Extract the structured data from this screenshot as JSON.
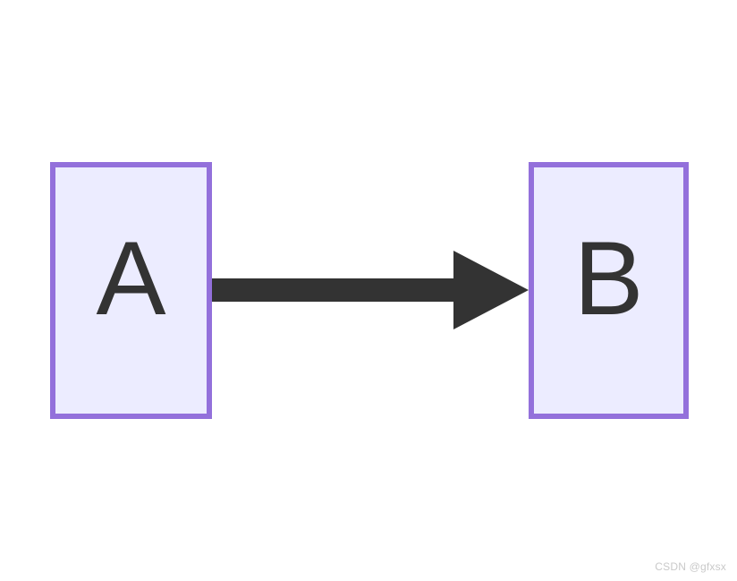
{
  "diagram": {
    "type": "flowchart",
    "nodes": [
      {
        "id": "A",
        "label": "A"
      },
      {
        "id": "B",
        "label": "B"
      }
    ],
    "edges": [
      {
        "from": "A",
        "to": "B",
        "directed": true,
        "style": "thick-arrow"
      }
    ],
    "colors": {
      "node_fill": "#ECECFF",
      "node_border": "#9370DB",
      "edge": "#333333",
      "label_text": "#333333",
      "background": "#FFFFFF",
      "watermark": "#C9C9C9"
    }
  },
  "watermark": {
    "text": "CSDN @gfxsx"
  }
}
